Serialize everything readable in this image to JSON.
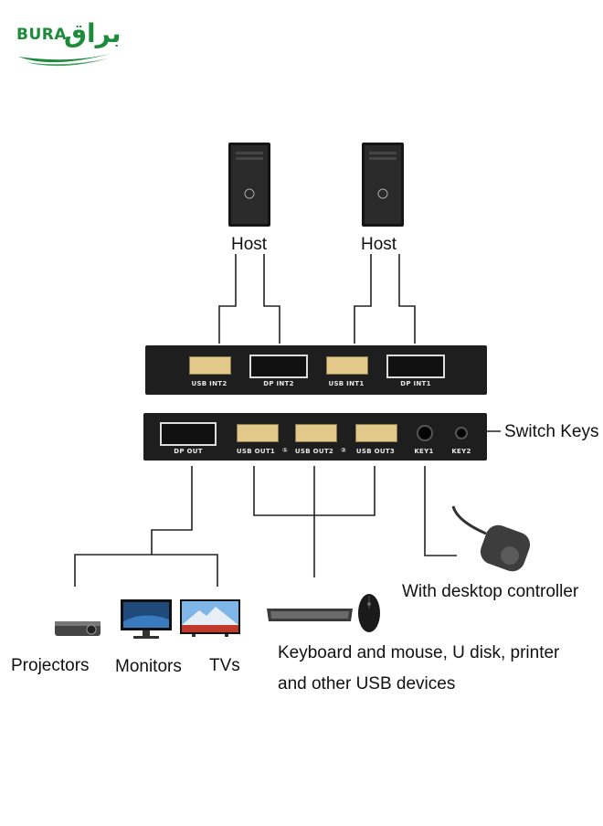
{
  "logo": {
    "latin": "BURA",
    "arabic": "براق"
  },
  "hosts": [
    {
      "label": "Host"
    },
    {
      "label": "Host"
    }
  ],
  "input_panel": {
    "ports": [
      {
        "label": "USB INT2"
      },
      {
        "label": "DP INT2"
      },
      {
        "label": "USB INT1"
      },
      {
        "label": "DP INT1"
      }
    ]
  },
  "output_panel": {
    "ports": [
      {
        "label": "DP OUT"
      },
      {
        "label": "USB OUT1"
      },
      {
        "label": "USB OUT2"
      },
      {
        "label": "USB OUT3"
      },
      {
        "label": "KEY1"
      },
      {
        "label": "KEY2"
      }
    ],
    "marker1": "①",
    "marker2": "②"
  },
  "callouts": {
    "switch_keys": "Switch Keys",
    "desktop_controller": "With desktop controller"
  },
  "devices": {
    "projectors": "Projectors",
    "monitors": "Monitors",
    "tvs": "TVs",
    "usb_line1": "Keyboard and mouse, U disk, printer",
    "usb_line2": "and other USB devices"
  },
  "colors": {
    "brand_green": "#1c8b3a",
    "panel": "#1e1e1e",
    "usb_port": "#e2c889"
  }
}
